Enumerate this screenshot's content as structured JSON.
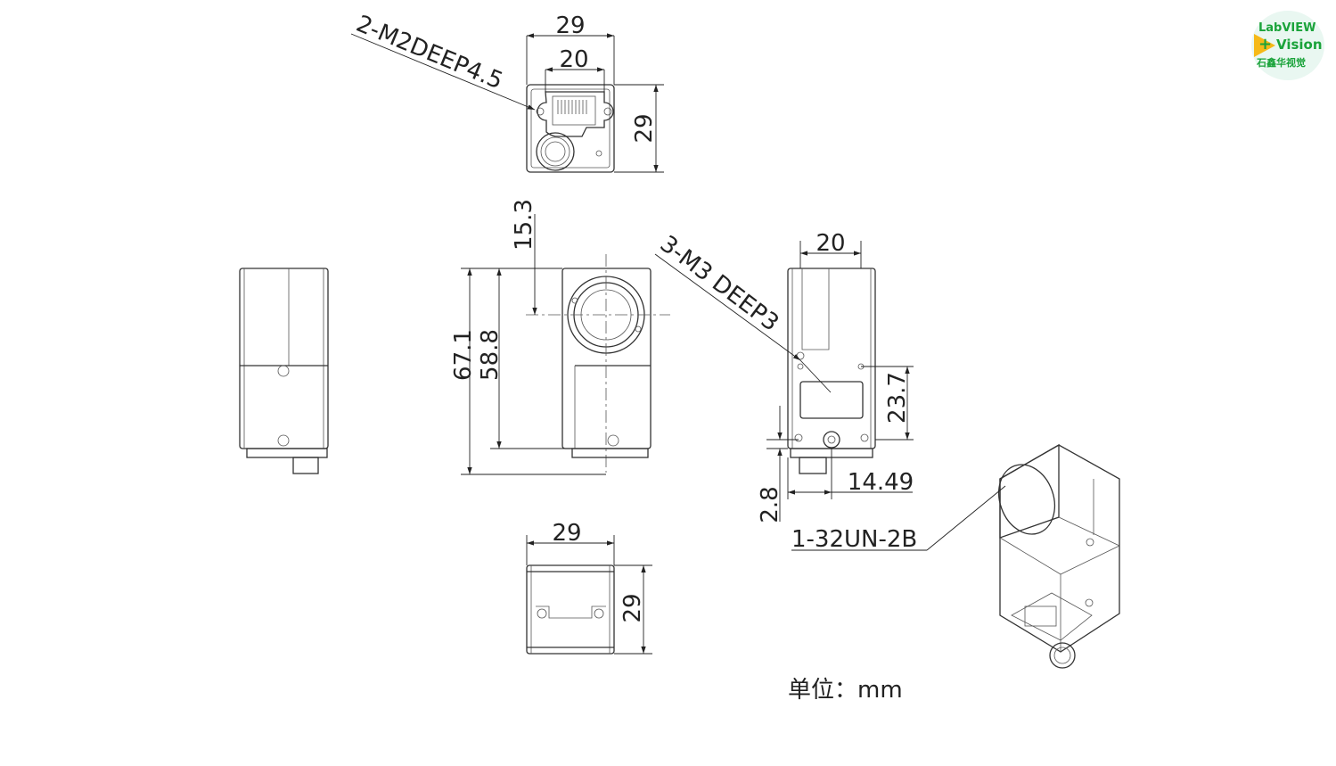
{
  "logo": {
    "line1": "LabVIEW",
    "line2": "Vision",
    "line3": "石鑫华视觉",
    "plus": "+"
  },
  "top_view": {
    "width": "29",
    "inner_width": "20",
    "height": "29",
    "hole_callout": "2-M2DEEP4.5"
  },
  "side_view": {
    "lens_offset": "15.3",
    "total_length": "67.1",
    "body_length": "58.8"
  },
  "back_view": {
    "width": "20",
    "hole_callout": "3-M3 DEEP3",
    "hole_height": "23.7",
    "offset_x": "14.49",
    "offset_y": "2.8"
  },
  "bottom_view": {
    "width": "29",
    "height": "29"
  },
  "iso_view": {
    "thread_callout": "1-32UN-2B"
  },
  "unit_label": "单位：mm"
}
